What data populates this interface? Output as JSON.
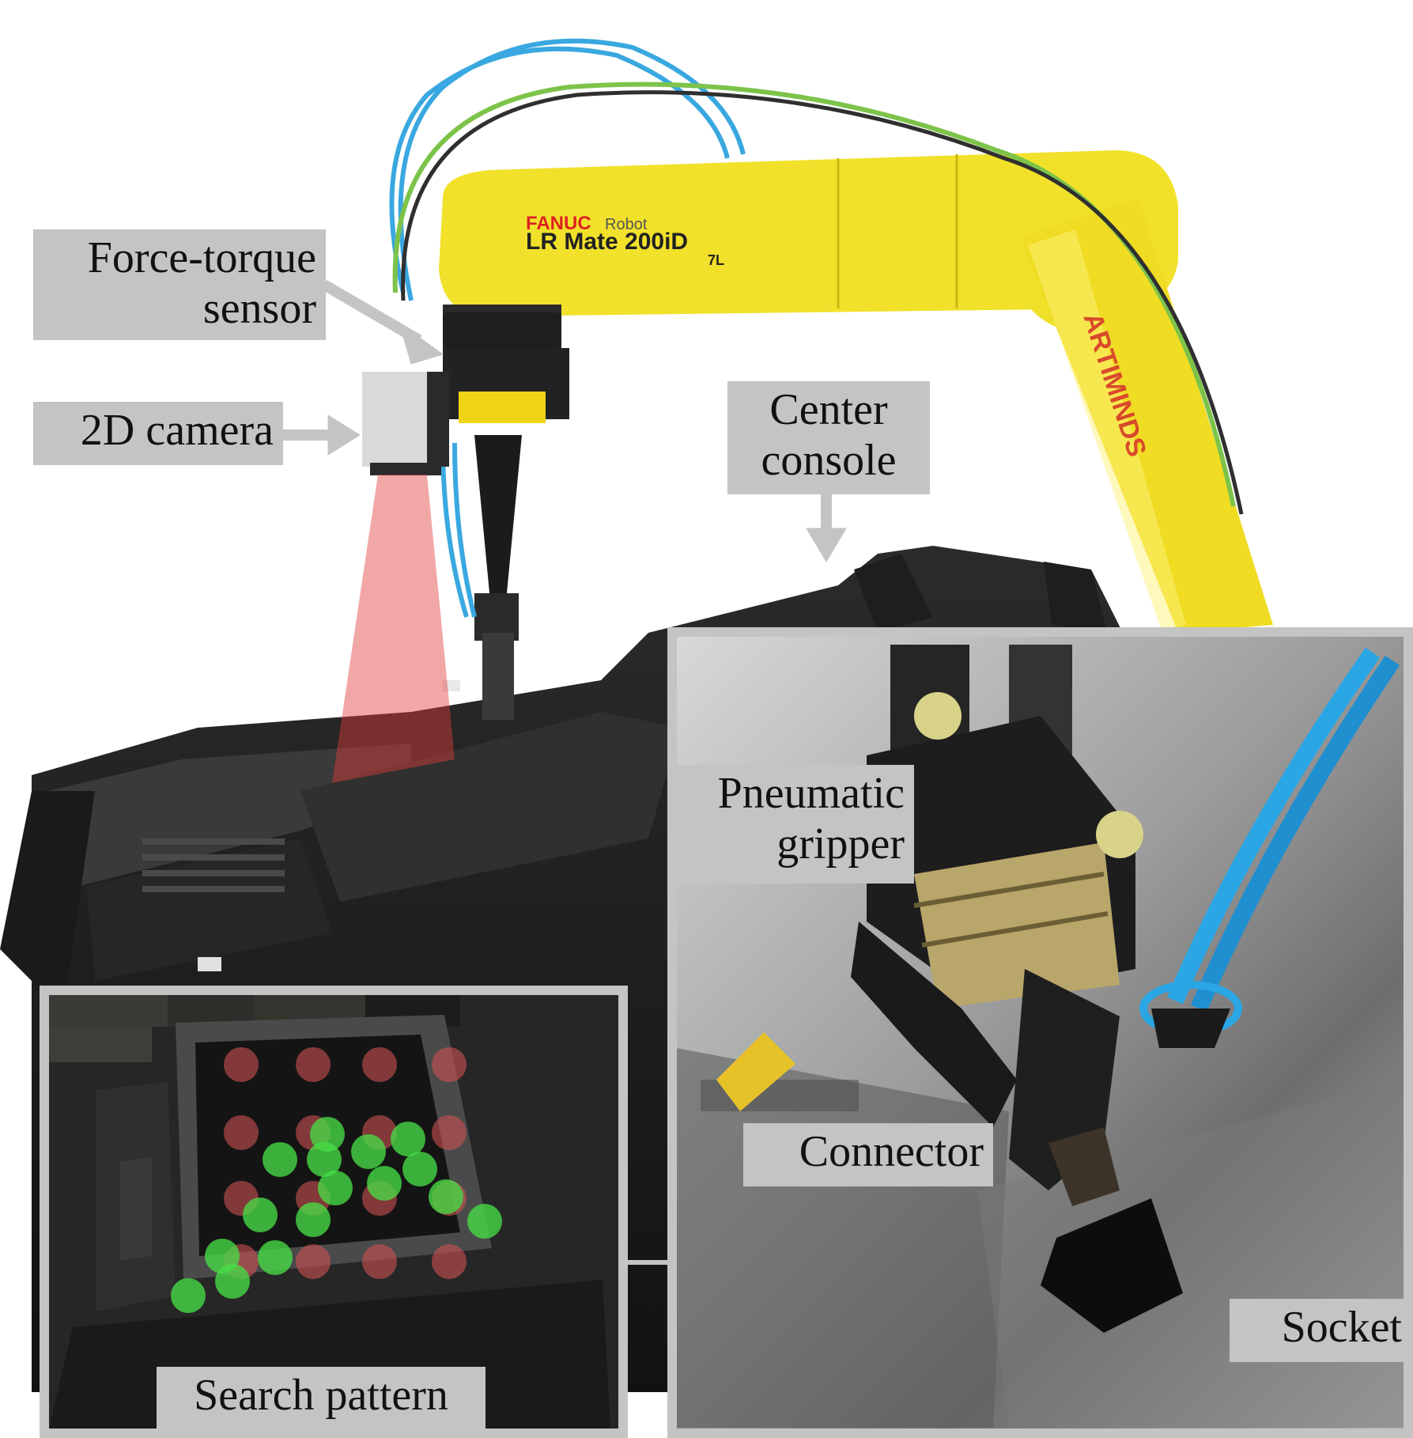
{
  "labels": {
    "force_torque_sensor": "Force-torque\nsensor",
    "camera_2d": "2D camera",
    "center_console": "Center\nconsole",
    "pneumatic_gripper": "Pneumatic\ngripper",
    "connector": "Connector",
    "socket": "Socket",
    "search_pattern": "Search pattern"
  },
  "robot": {
    "brand": "FANUC",
    "brand_suffix": "Robot",
    "model": "LR Mate 200iD",
    "variant": "7L",
    "arm_logo": "ARTIMINDS"
  },
  "colors": {
    "robot_yellow": "#f2e12a",
    "label_bg": "#c4c4c4",
    "camera_beam": "#e23b3b",
    "cable_blue": "#3aa8e0",
    "cable_green": "#7cc34a",
    "dot_red": "#c85050",
    "dot_green": "#46dc46"
  }
}
